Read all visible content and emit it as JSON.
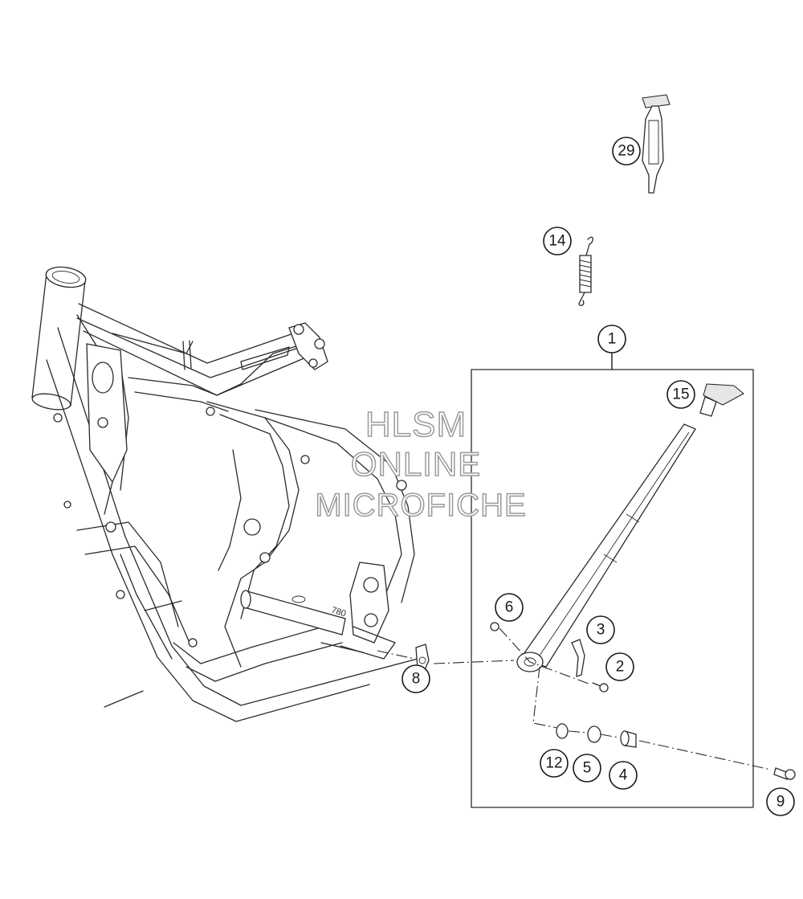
{
  "watermark": {
    "line1": "HLSM",
    "line2": "ONLINE",
    "line3": "MICROFICHE"
  },
  "frame_stamp": "780",
  "callouts": [
    {
      "id": "29",
      "label": "29"
    },
    {
      "id": "14",
      "label": "14"
    },
    {
      "id": "1",
      "label": "1"
    },
    {
      "id": "15",
      "label": "15"
    },
    {
      "id": "6",
      "label": "6"
    },
    {
      "id": "3",
      "label": "3"
    },
    {
      "id": "2",
      "label": "2"
    },
    {
      "id": "8",
      "label": "8"
    },
    {
      "id": "12",
      "label": "12"
    },
    {
      "id": "5",
      "label": "5"
    },
    {
      "id": "4",
      "label": "4"
    },
    {
      "id": "9",
      "label": "9"
    }
  ]
}
